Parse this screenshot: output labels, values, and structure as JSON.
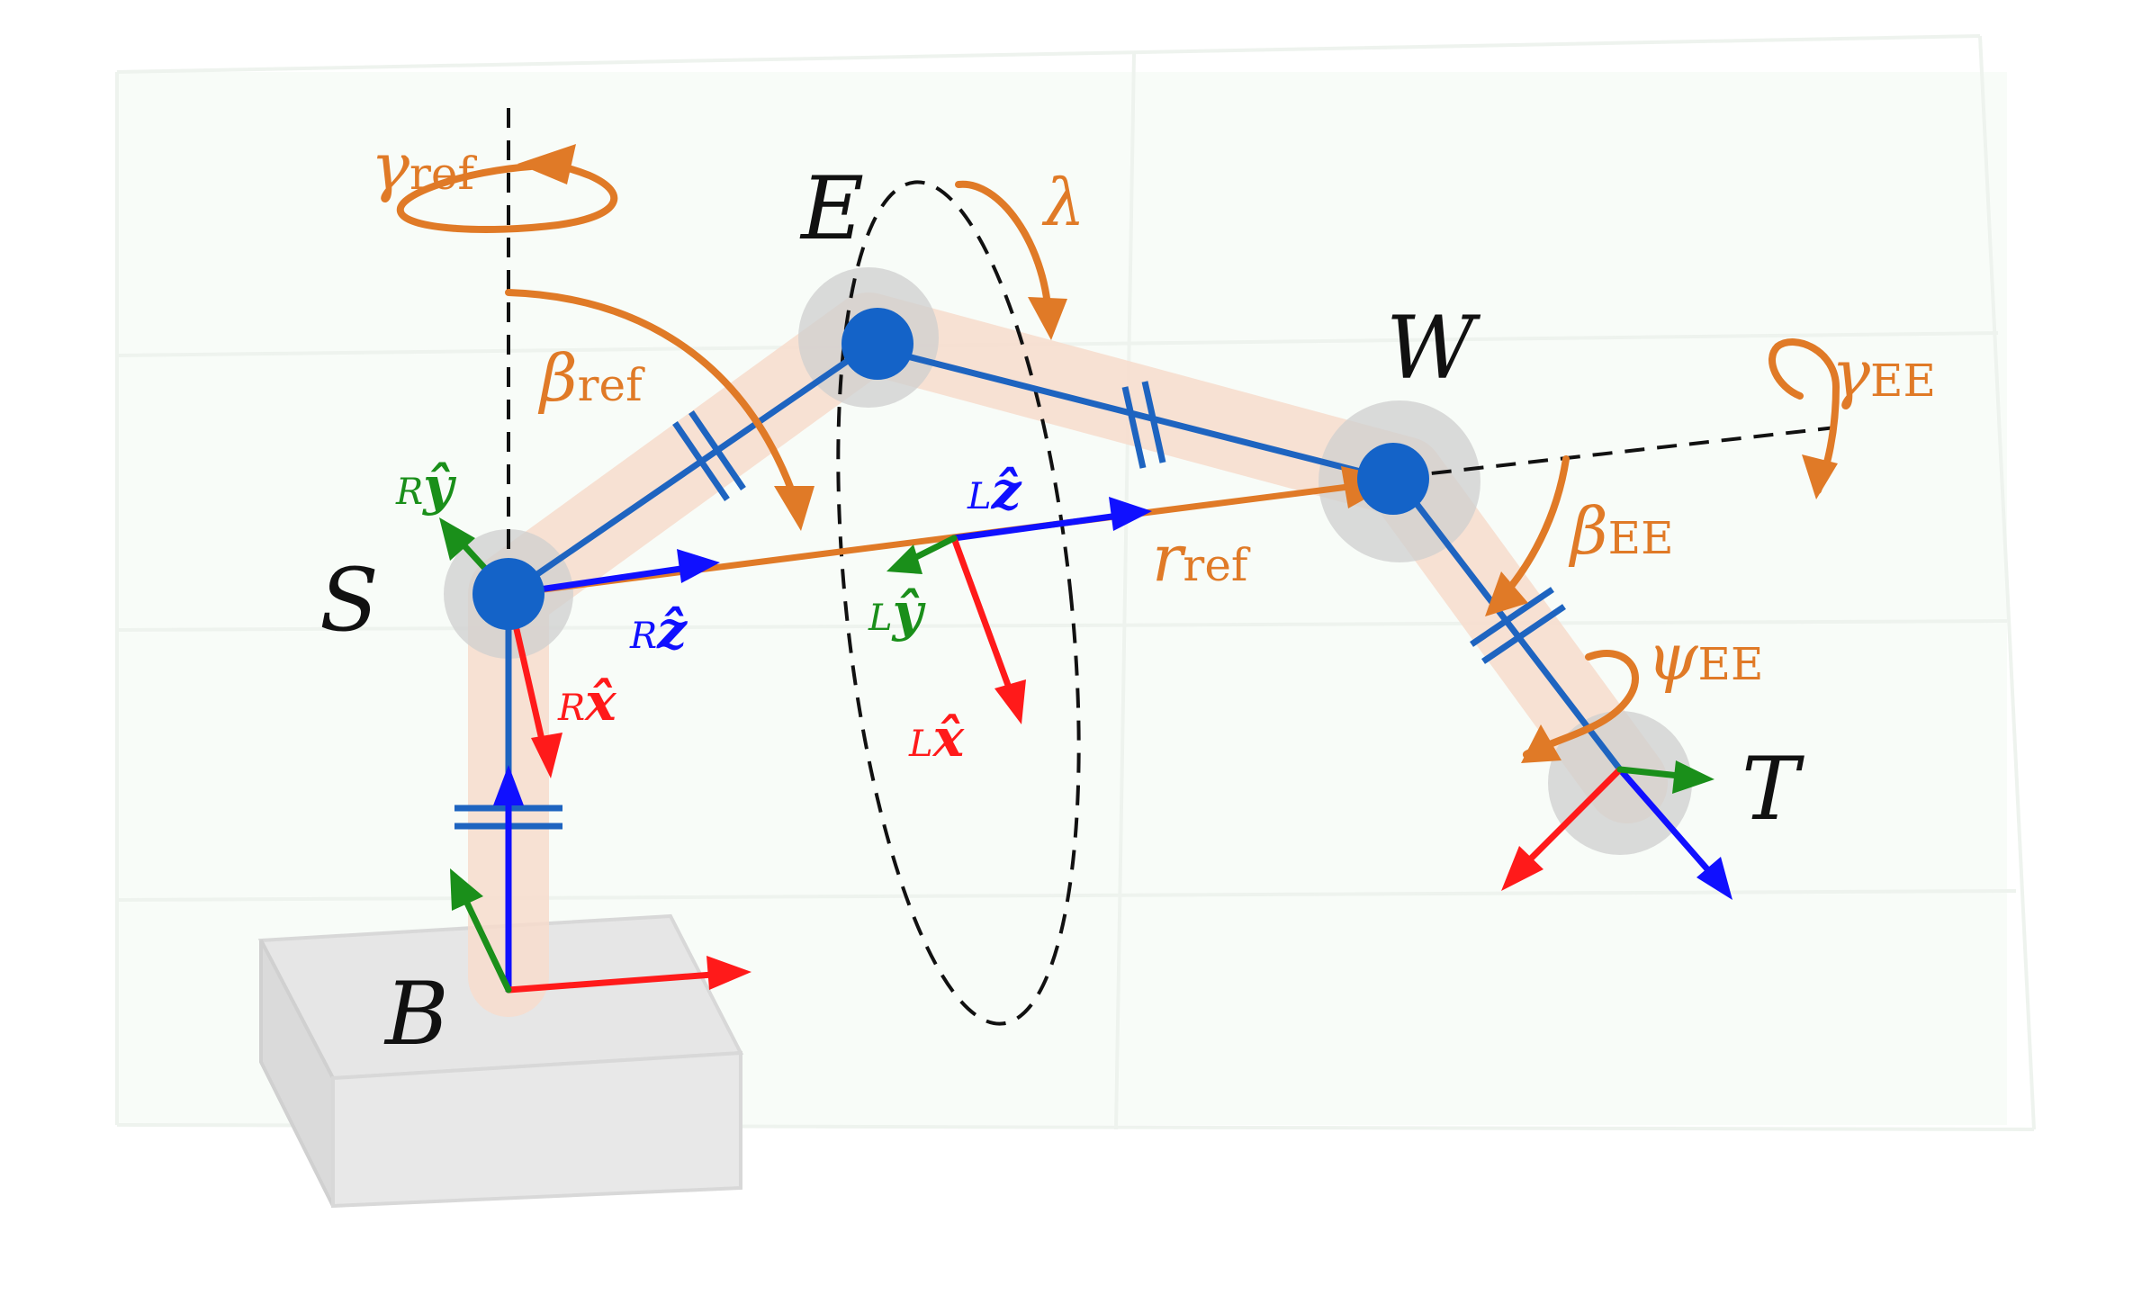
{
  "colors": {
    "link": "#1e64c0",
    "joint": "#1463c8",
    "orange": "#e07a27",
    "red": "#ff1a1a",
    "green": "#1a8f1a",
    "blue": "#1010ff",
    "base_block": "#e8e8e8",
    "shadow_gray": "#c8c8c8",
    "shadow_peach": "#f7dccd",
    "background_grid": "#eef5ee"
  },
  "joints": {
    "base": "B",
    "shoulder": "S",
    "elbow": "E",
    "wrist": "W",
    "tool": "T"
  },
  "angles": {
    "gamma_ref": {
      "symbol": "γ",
      "sub": "ref"
    },
    "beta_ref": {
      "symbol": "β",
      "sub": "ref"
    },
    "lambda": {
      "symbol": "λ"
    },
    "gamma_ee": {
      "symbol": "γ",
      "sub": "EE"
    },
    "beta_ee": {
      "symbol": "β",
      "sub": "EE"
    },
    "psi_ee": {
      "symbol": "ψ",
      "sub": "EE"
    },
    "r_ref": {
      "symbol": "r",
      "sub": "ref"
    }
  },
  "frame_labels": {
    "R_y": {
      "pre": "R",
      "vec": "ŷ"
    },
    "R_z": {
      "pre": "R",
      "vec": "ẑ"
    },
    "R_x": {
      "pre": "R",
      "vec": "x̂"
    },
    "L_z": {
      "pre": "L",
      "vec": "ẑ"
    },
    "L_y": {
      "pre": "L",
      "vec": "ŷ"
    },
    "L_x": {
      "pre": "L",
      "vec": "x̂"
    }
  },
  "icons": [
    "arrow-head",
    "rotation-arrow",
    "joint-circle",
    "parallel-tick"
  ]
}
